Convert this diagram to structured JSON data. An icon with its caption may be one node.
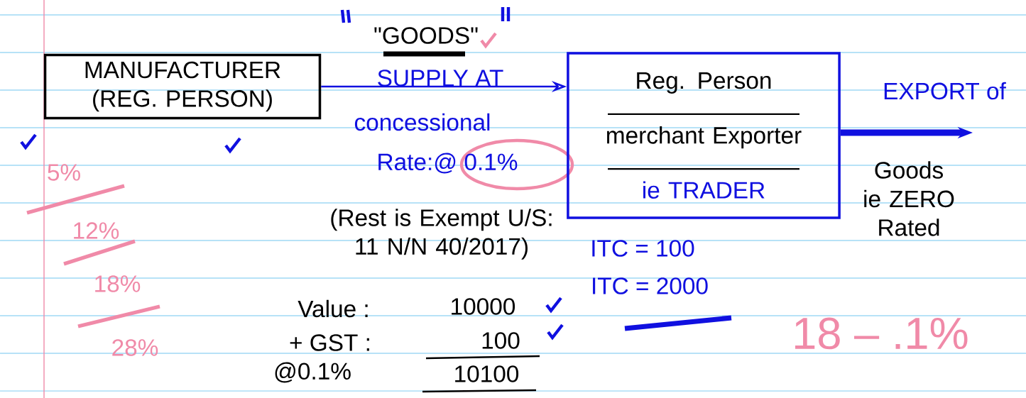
{
  "diagram": {
    "nodes": [
      {
        "text": [
          "MANUFACTURER (REG. PERSON)"
        ]
      },
      {
        "text": [
          "Reg. Person",
          "merchant Exporter",
          "ie TRADER"
        ]
      }
    ],
    "edges": [
      {
        "from": 0,
        "to": 1,
        "arrow": "to",
        "label": "SUPPLY AT"
      },
      {
        "from": 1,
        "to": null,
        "arrow": "to",
        "label": "EXPORT of",
        "style": "thick"
      }
    ],
    "labels": [
      "\"GOODS\"",
      "concessional",
      "Rate:@ 0.1%",
      "(Rest is Exempt U/S: 11 N/N 40/2017)",
      "Value :",
      "10000",
      "+ GST :",
      "100",
      "@0.1%",
      "10100",
      "Goods ie ZERO Rated",
      "ITC = 100",
      "ITC = 2000",
      "18 – .1%",
      "5%",
      "12%",
      "18%",
      "28%"
    ]
  }
}
